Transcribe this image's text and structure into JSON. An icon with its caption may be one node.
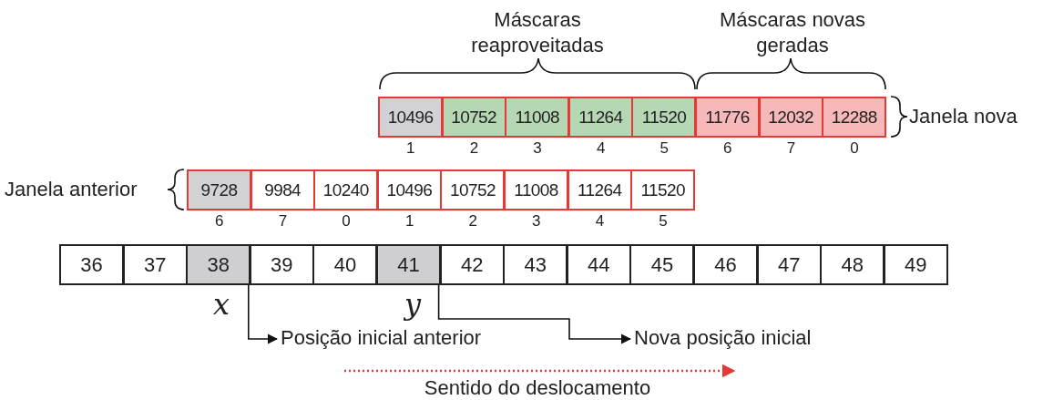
{
  "diagram": {
    "nodes": [
      {
        "text": [
          "10496"
        ],
        "beside": [
          "1"
        ]
      },
      {
        "text": [
          "10752"
        ],
        "beside": [
          "2"
        ]
      },
      {
        "text": [
          "11008"
        ],
        "beside": [
          "3"
        ]
      },
      {
        "text": [
          "11264"
        ],
        "beside": [
          "4"
        ]
      },
      {
        "text": [
          "11520"
        ],
        "beside": [
          "5"
        ]
      },
      {
        "text": [
          "11776"
        ],
        "beside": [
          "6"
        ]
      },
      {
        "text": [
          "12032"
        ],
        "beside": [
          "7"
        ]
      },
      {
        "text": [
          "12288"
        ],
        "beside": [
          "0"
        ]
      },
      {
        "text": [
          "9728"
        ],
        "beside": [
          "6"
        ]
      },
      {
        "text": [
          "9984"
        ],
        "beside": [
          "7"
        ]
      },
      {
        "text": [
          "10240"
        ],
        "beside": [
          "0"
        ]
      },
      {
        "text": [
          "10496"
        ],
        "beside": [
          "1"
        ]
      },
      {
        "text": [
          "10752"
        ],
        "beside": [
          "2"
        ]
      },
      {
        "text": [
          "11008"
        ],
        "beside": [
          "3"
        ]
      },
      {
        "text": [
          "11264"
        ],
        "beside": [
          "4"
        ]
      },
      {
        "text": [
          "11520"
        ],
        "beside": [
          "5"
        ]
      },
      {
        "text": [
          "36"
        ]
      },
      {
        "text": [
          "37"
        ]
      },
      {
        "text": [
          "38"
        ]
      },
      {
        "text": [
          "39"
        ]
      },
      {
        "text": [
          "40"
        ]
      },
      {
        "text": [
          "41"
        ]
      },
      {
        "text": [
          "42"
        ]
      },
      {
        "text": [
          "43"
        ]
      },
      {
        "text": [
          "44"
        ]
      },
      {
        "text": [
          "45"
        ]
      },
      {
        "text": [
          "46"
        ]
      },
      {
        "text": [
          "47"
        ]
      },
      {
        "text": [
          "48"
        ]
      },
      {
        "text": [
          "49"
        ]
      },
      {
        "text": [
          "Posição inicial anterior"
        ]
      },
      {
        "text": [
          "Nova posição inicial"
        ]
      }
    ],
    "edges": [
      {
        "from": 18,
        "to": 30,
        "arrow": "to"
      },
      {
        "from": 21,
        "to": 31,
        "arrow": "to"
      }
    ],
    "labels": [
      "Máscaras reaproveitadas",
      "Máscaras novas geradas",
      "Janela nova",
      "Janela anterior",
      "x",
      "y",
      "Sentido do deslocamento"
    ]
  }
}
